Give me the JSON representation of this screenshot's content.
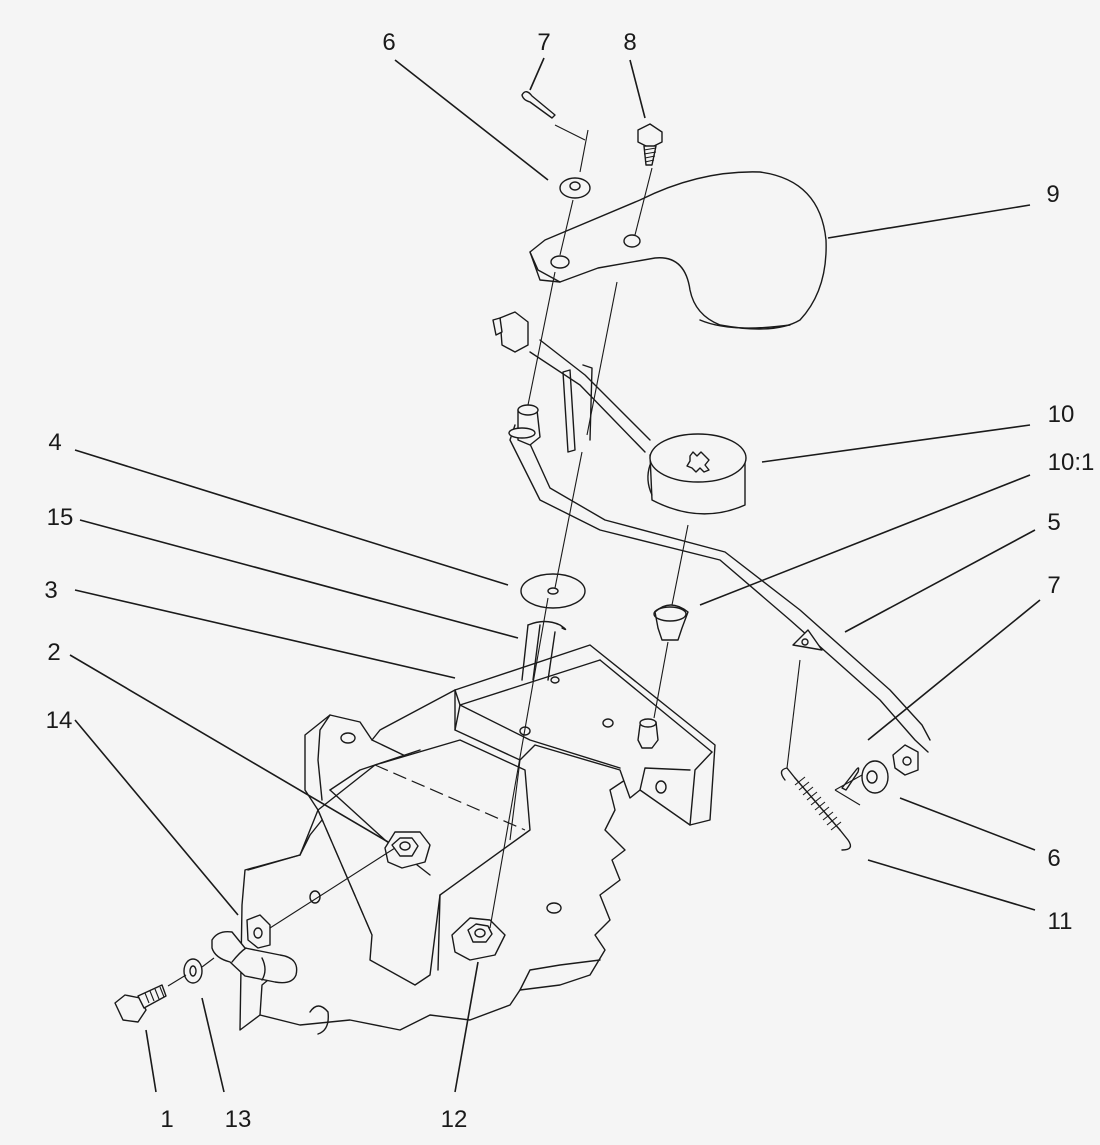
{
  "callouts": [
    {
      "id": "c6a",
      "label": "6"
    },
    {
      "id": "c7a",
      "label": "7"
    },
    {
      "id": "c8",
      "label": "8"
    },
    {
      "id": "c9",
      "label": "9"
    },
    {
      "id": "c10",
      "label": "10"
    },
    {
      "id": "c10_1",
      "label": "10:1"
    },
    {
      "id": "c4",
      "label": "4"
    },
    {
      "id": "c15",
      "label": "15"
    },
    {
      "id": "c3",
      "label": "3"
    },
    {
      "id": "c5",
      "label": "5"
    },
    {
      "id": "c2",
      "label": "2"
    },
    {
      "id": "c7b",
      "label": "7"
    },
    {
      "id": "c14",
      "label": "14"
    },
    {
      "id": "c6b",
      "label": "6"
    },
    {
      "id": "c11",
      "label": "11"
    },
    {
      "id": "c1",
      "label": "1"
    },
    {
      "id": "c13",
      "label": "13"
    },
    {
      "id": "c12",
      "label": "12"
    }
  ]
}
